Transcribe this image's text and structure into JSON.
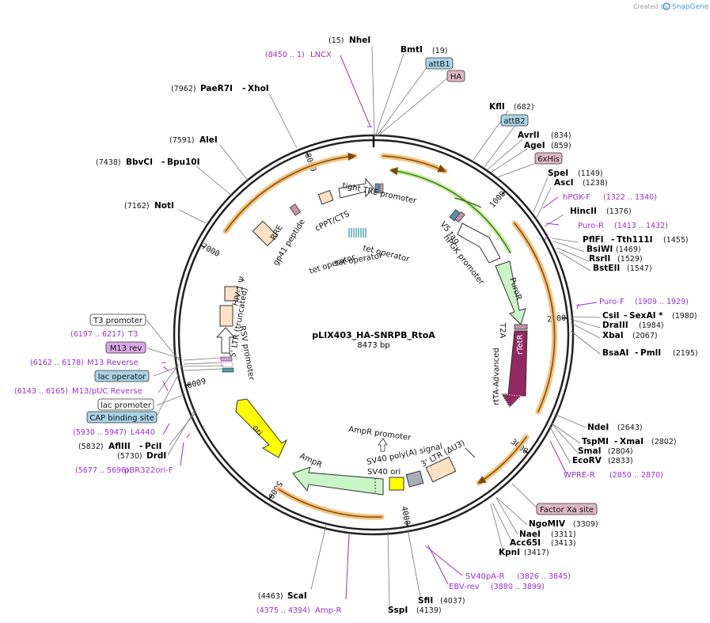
{
  "credit": {
    "prefix": "Created by",
    "brand": "SnapGene"
  },
  "map": {
    "name": "pLIX403_HA-SNRPB_RtoA",
    "length": "8473 bp"
  },
  "ticks": [
    "1000",
    "2000",
    "3000",
    "4000",
    "5000",
    "6000",
    "7000",
    "8000"
  ],
  "enzymes": {
    "nhei": {
      "pos": "(15)",
      "name": "NheI"
    },
    "bmti": {
      "name": "BmtI",
      "pos": "(19)"
    },
    "paer7i": {
      "pos": "(7962)",
      "name": "PaeR7I",
      "name2": "XhoI"
    },
    "alei": {
      "pos": "(7591)",
      "name": "AleI"
    },
    "bbvci": {
      "pos": "(7438)",
      "name": "BbvCI",
      "name2": "Bpu10I"
    },
    "noti": {
      "pos": "(7162)",
      "name": "NotI"
    },
    "kfli": {
      "name": "KflI",
      "pos": "(682)"
    },
    "avrii": {
      "name": "AvrII",
      "pos": "(834)"
    },
    "agei": {
      "name": "AgeI",
      "pos": "(859)"
    },
    "spei": {
      "name": "SpeI",
      "pos": "(1149)"
    },
    "asci": {
      "name": "AscI",
      "pos": "(1238)"
    },
    "hincii": {
      "name": "HincII",
      "pos": "(1376)"
    },
    "pflfi": {
      "name": "PflFI",
      "name2": "Tth111I",
      "pos": "(1455)"
    },
    "bsiwi": {
      "name": "BsiWI",
      "pos": "(1469)"
    },
    "rsrii": {
      "name": "RsrII",
      "pos": "(1529)"
    },
    "bsteii": {
      "name": "BstEII",
      "pos": "(1547)"
    },
    "csii": {
      "name": "CsiI",
      "name2": "SexAI *",
      "pos": "(1980)"
    },
    "draiii": {
      "name": "DraIII",
      "pos": "(1984)"
    },
    "xbai": {
      "name": "XbaI",
      "pos": "(2067)"
    },
    "bsaai": {
      "name": "BsaAI",
      "name2": "PmlI",
      "pos": "(2195)"
    },
    "ndei": {
      "name": "NdeI",
      "pos": "(2643)"
    },
    "tspmi": {
      "name": "TspMI",
      "name2": "XmaI",
      "pos": "(2802)"
    },
    "smai": {
      "name": "SmaI",
      "pos": "(2804)"
    },
    "ecorv": {
      "name": "EcoRV",
      "pos": "(2833)"
    },
    "ngomiv": {
      "name": "NgoMIV",
      "pos": "(3309)"
    },
    "naei": {
      "name": "NaeI",
      "pos": "(3311)"
    },
    "acc65i": {
      "name": "Acc65I",
      "pos": "(3413)"
    },
    "kpni": {
      "name": "KpnI",
      "pos": "(3417)"
    },
    "sfii": {
      "name": "SfiI",
      "pos": "(4037)"
    },
    "sspi": {
      "name": "SspI",
      "pos": "(4139)"
    },
    "scai": {
      "pos": "(4463)",
      "name": "ScaI"
    },
    "afliii": {
      "pos": "(5832)",
      "name": "AflIII",
      "name2": "PciI"
    },
    "drdi": {
      "pos": "(5730)",
      "name": "DrdI"
    }
  },
  "primers": {
    "lncx": {
      "range": "(8450 .. 1)",
      "name": "LNCX"
    },
    "hpgkf": {
      "name": "hPGK-F",
      "range": "(1322 .. 1340)"
    },
    "puror1": {
      "name": "Puro-R",
      "range": "(1413 .. 1432)"
    },
    "puror2": {
      "name": "Puro-F",
      "range": "(1909 .. 1929)"
    },
    "wpre": {
      "name": "WPRE-R",
      "range": "(2850 .. 2870)"
    },
    "sv40par": {
      "name": "SV40pA-R",
      "range": "(3826 .. 3845)"
    },
    "ebvrev": {
      "name": "EBV-rev",
      "range": "(3880 .. 3899)"
    },
    "ampr": {
      "range": "(4375 .. 4394)",
      "name": "Amp-R"
    },
    "pbr322": {
      "range": "(5677 .. 5696)",
      "name": "pBR322ori-F"
    },
    "l4440": {
      "range": "(5930 .. 5947)",
      "name": "L4440"
    },
    "m13pucrev": {
      "range": "(6143 .. 6165)",
      "name": "M13/pUC Reverse"
    },
    "m13reverse": {
      "range": "(6162 .. 6178)",
      "name": "M13 Reverse"
    },
    "t3": {
      "range": "(6197 .. 6217)",
      "name": "T3"
    }
  },
  "boxes": {
    "attb1": "attB1",
    "ha": "HA",
    "attb2": "attB2",
    "his": "6xHis",
    "factorxa": "Factor Xa site",
    "t3promoter": "T3 promoter",
    "m13rev": "M13 rev",
    "lacoperator": "lac operator",
    "lacpromoter": "lac promoter",
    "cap": "CAP binding site"
  },
  "features": {
    "tre": "tight TRE promoter",
    "v5": "V5 tag",
    "hpgk": "hPGK promoter",
    "puror": "PuroR",
    "t2a": "T2A",
    "rtetr": "rTetR",
    "rtta": "rtTA-Advanced",
    "teto1": "tet operator",
    "teto2": "tet operator",
    "teto3": "tet operator",
    "cppt": "cPPT/CTS",
    "rre": "RRE",
    "gp41": "gp41 peptide",
    "hiv": "HIV-1 Ψ",
    "ltr5": "5' LTR (truncated)",
    "rsv": "RSV promoter",
    "ampprom": "AmpR promoter",
    "sv40pa": "SV40 poly(A) signal",
    "sv40ori": "SV40 ori",
    "ltr3": "3' LTR (ΔU3)",
    "ampr": "AmpR",
    "ori": "ori"
  }
}
